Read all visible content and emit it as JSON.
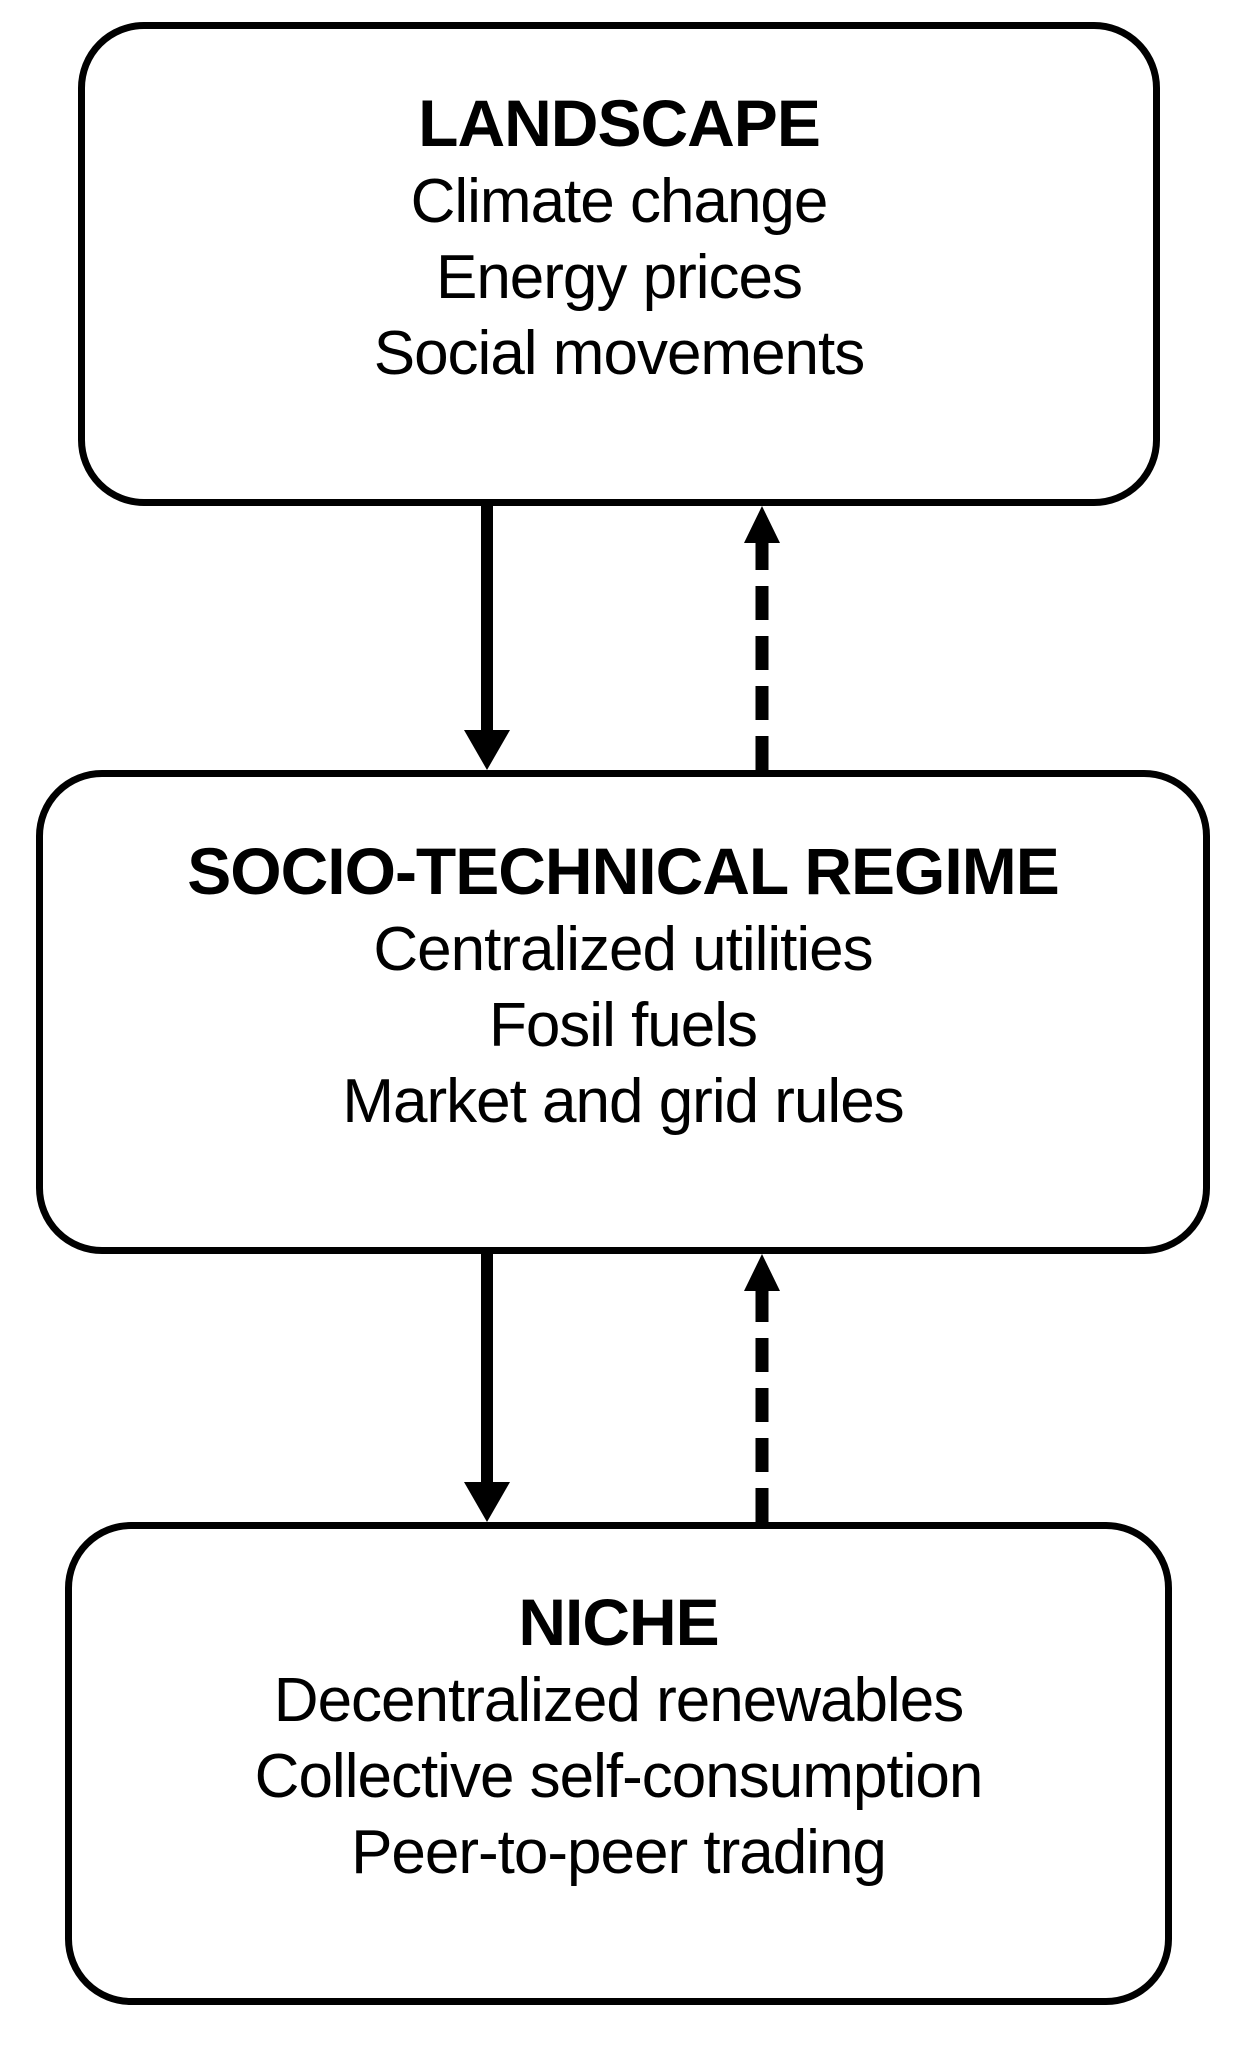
{
  "diagram": {
    "background_color": "#ffffff",
    "stroke_color": "#000000",
    "boxes": [
      {
        "id": "landscape",
        "title": "LANDSCAPE",
        "items": [
          "Climate change",
          "Energy prices",
          "Social movements"
        ]
      },
      {
        "id": "socio-technical-regime",
        "title": "SOCIO-TECHNICAL REGIME",
        "items": [
          "Centralized utilities",
          "Fosil fuels",
          "Market and grid rules"
        ]
      },
      {
        "id": "niche",
        "title": "NICHE",
        "items": [
          "Decentralized renewables",
          "Collective self-consumption",
          "Peer-to-peer trading"
        ]
      }
    ],
    "connectors": [
      {
        "from": "LANDSCAPE",
        "to": "SOCIO-TECHNICAL REGIME",
        "style": "solid",
        "direction": "down"
      },
      {
        "from": "SOCIO-TECHNICAL REGIME",
        "to": "LANDSCAPE",
        "style": "dashed",
        "direction": "up"
      },
      {
        "from": "SOCIO-TECHNICAL REGIME",
        "to": "NICHE",
        "style": "solid",
        "direction": "down"
      },
      {
        "from": "NICHE",
        "to": "SOCIO-TECHNICAL REGIME",
        "style": "dashed",
        "direction": "up"
      }
    ]
  }
}
